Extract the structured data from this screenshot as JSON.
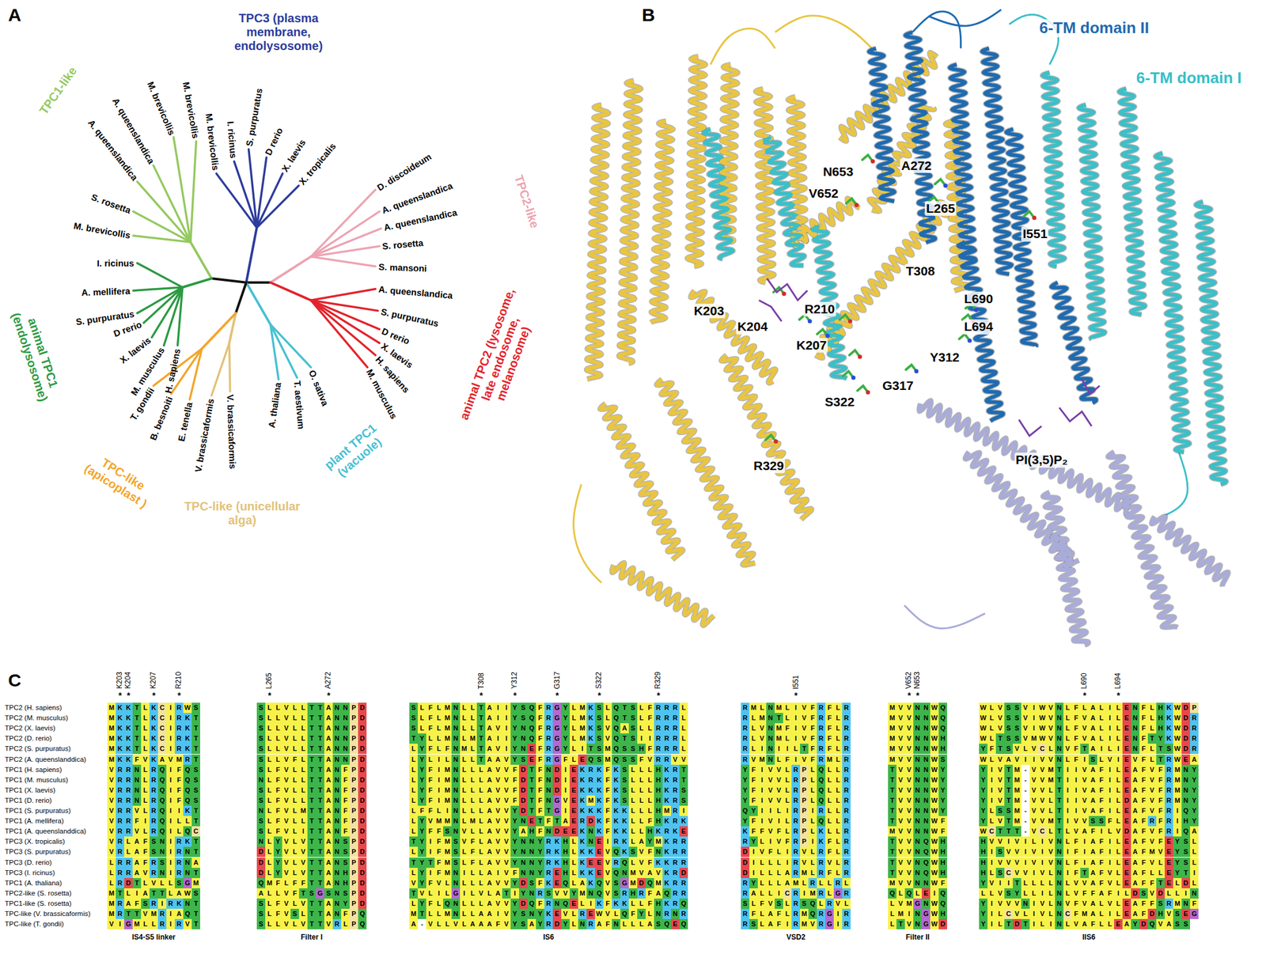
{
  "diagram": {
    "labels": [
      "A",
      "TPC1-like",
      "M. brevicollis",
      "M. brevicollis",
      "A. queenslandica",
      "A. queenslandica",
      "S. rosetta",
      "M. brevicollis",
      "TPC3 (plasma membrane, endolysosome)",
      "M. brevicollis",
      "I. ricinus",
      "S. purpuratus",
      "D rerio",
      "X. laevis",
      "X. tropicalis",
      "TPC2-like",
      "D. discoideum",
      "A. queenslandica",
      "A. queenslandica",
      "S. rosetta",
      "S. mansoni",
      "animal TPC2 (lysosome, late endosome, melanosome)",
      "A. queenslandica",
      "S. purpuratus",
      "D rerio",
      "X. laevis",
      "H. sapiens",
      "M. musculus",
      "plant TPC1 (vacuole)",
      "A. thaliana",
      "T. aestivum",
      "O. sativa",
      "TPC-like (unicellular alga)",
      "V. brassicaformis",
      "V. brassicaformis",
      "TPC-like (apicoplast )",
      "E. tenella",
      "B. besnoiti",
      "T. gondii",
      "animal TPC1 (endolysosome)",
      "I. ricinus",
      "A. mellifera",
      "S. purpuratus",
      "D rerio",
      "X. laevis",
      "M. musculus",
      "H. sapiens",
      "B",
      "6-TM domain II",
      "6-TM domain I",
      "N653",
      "A272",
      "V652",
      "L265",
      "I551",
      "T308",
      "L690",
      "L694",
      "K203",
      "K204",
      "R210",
      "K207",
      "Y312",
      "G317",
      "S322",
      "R329",
      "PI(3,5)P₂",
      "C",
      "K203",
      "*",
      "K204",
      "*",
      "K207",
      "*",
      "R210",
      "*",
      "L265",
      "*",
      "A272",
      "*",
      "T308",
      "*",
      "Y312",
      "*",
      "G317",
      "*",
      "S322",
      "*",
      "R329",
      "*",
      "I551",
      "*",
      "V652",
      "*",
      "N653",
      "*",
      "L690",
      "*",
      "L694",
      "*",
      "TPC2 (H. sapiens)",
      "MKKTLKCIRWS",
      "SLLVLLTTANNPD",
      "SLFLMNLLTAIIYSQFRGYLMKSLQTSLFRRRL",
      "RMLNMLIVFRFLR",
      "MVVNNWQ",
      "WLVSSVIWVNLFLALILENFLHKWDP",
      "TPC2 (M. musculus)",
      "MKKTLKCIRKT",
      "SLLVLLTTANNPD",
      "SLFLMNLLTAIIYSQFRGYLMKSLQTSLFRRRL",
      "RLMNTLIVFRFLR",
      "MVVNNWQ",
      "WLVSSVIWVNLFVALILENFLHKWDR",
      "TPC2 (X. laevis)",
      "MKKTLKCIRKT",
      "SLLVLLTTANNPD",
      "SLFLMNLLTAVIYNQFRGYLMKSVQASLLRRRL",
      "RLVNMFIVFRFLR",
      "MVVNNWQ",
      "WLVSSVIWVNLFVALILENFLHKWDR",
      "TPC2 (D. rerio)",
      "MKKTLKCIRKT",
      "SLLVLLTTANNPD",
      "TYLLMNLMTAIIYNQFRGYLMKSVQTSIIRRRL",
      "RLVNMLIVFRFLR",
      "MVVNNWH",
      "WLTSSVMWVNLFVALILENFTYKWDR",
      "TPC2 (S. purpuratus)",
      "MKKTLKCIRKT",
      "SLLVLLTTANNPD",
      "LYFLFNMLTAVIYNEFRGYLITSMQSSHFRRRL",
      "RLINIILTFRFLR",
      "MVVNNWH",
      "YFTSVLVCLNVFTAILIENFLTSWDR",
      "TPC2 (A. queenslanddica)",
      "MKKFVKAVMRT",
      "SLLVFLTTANNPD",
      "LYLILNLLTAAVYSEFRGFLEQSMQSSFVRRVV",
      "RVMNLFIVFRMLR",
      "MVVNNWS",
      "WLVAVIIVVNLFISLVIEVFLTRWEA",
      "TPC1 (H. sapiens)",
      "VRRNLRQIFQS",
      "SLFVLLTTANFPD",
      "LYFIMNLLLAVVFDTFNDIEKRKFKSLLLHKRT",
      "YFIVVLRPLQLLR",
      "TVVNNWY",
      "YIVTM-VVMTIIVAFILEAFVFRMNY",
      "TPC1 (M. musculus)",
      "VRRNLRQIFQS",
      "NLFVLLTTANFPD",
      "LYFIMNLLLAVVFDTFNDIEKRKFKSLLLHKRT",
      "YFIVVLRPLQLLR",
      "TVVNNWY",
      "YIVTM-VVMTIIVAFILEAFVFRMNY",
      "TPC1 (X. laevis)",
      "VRRNLRQIFQS",
      "SLFVLLTTANFPD",
      "LYFIMNLLLAVVFDTFNDIEKKKFKSLLLHKRS",
      "YFIVVLRPLQLLR",
      "TVVNNWY",
      "YIVTM-VVLTIIVAFILEAFVFRMNY",
      "TPC1 (D. rerio)",
      "VRRNLRQIFQS",
      "SLFVLLTTANFPD",
      "LYFIMNLLLAVVFDTFNGVEKMKFKSLLLHKRS",
      "YFIVVLRPLQLLR",
      "TVVNNWY",
      "YIVTM-VVLTIIVAFILDAFVFRMNY",
      "TPC1 (S. purpuratus)",
      "VRRVLRQIIKT",
      "NLFVLMTTANFPD",
      "LFFLINLLLAVVYDTFTGIEKKKFKKLLLHMRI",
      "QYIILIRPIRLLR",
      "TVVNNWY",
      "YLSSM-VVLTIIVAFILEAFVFRIQY",
      "TPC1 (A. mellifera)",
      "VRRFIRQILLT",
      "SLFVLLTTANFPD",
      "LYVMMNLMLAVVYNETFTAERDKFKKLLFHKRK",
      "YFIVILRPLQLLR",
      "TVVNNWF",
      "YLVTM-VVMTIVVSSFLEAFRFRIHY",
      "TPC1 (A. queenslanddica)",
      "VRRVLRQILQC",
      "SLFVLITTANFPD",
      "LYFFSNVLLAVVYAHFNDEEKNKFKKLLHKRKE",
      "KFFVFLRPLKLLR",
      "MVVNNWF",
      "WCTTT-VCLTLVAFILVDAFVFRIQA",
      "TPC3 (X. tropicalis)",
      "VRLAFSNIRKT",
      "NLYVLVTTANSPD",
      "TYIFMSVFLAVVYNNYRKHLKNEIRKLAYMKRR",
      "RYLIVFRPIKFLR",
      "TVVNQWH",
      "HVVIVILIVNLFIAFILEAFVFEYSL",
      "TPC3 (S. purpuratus)",
      "VRLAFSNIRNT",
      "DLYVLVTTANSPD",
      "LYIFMSLFLAVVYNNYRKHLKKEVQKSVFNKRR",
      "DIVFLIRVLRFLR",
      "TVVNQWH",
      "HISVVIVIVNIFIAFILEAFMVEYSL",
      "TPC3 (D. rerio)",
      "LRRAFRSIRNA",
      "DLYVLVTTANSPD",
      "TYTFMSLFLAVVYNNYRKHLKEEVRQLVFKKRR",
      "DILLLIRVLRVLR",
      "TVVNQWH",
      "HIVVVIVIVNLFIAFILEAFVLEYSL",
      "TPC3 (I. ricinus)",
      "LRRAVRNIRNT",
      "DLYVLVTTANHPD",
      "LYIFMNILLAIVFNNYREHLKKEVQNMVAVKRD",
      "DILLLARMLRFLR",
      "TVVNQWH",
      "HLSCVVIVLNIFTAFVLEAFLLEYTI",
      "TPC1 (A. thaliana)",
      "LRDTLVLLSGM",
      "QMFLFFTTANHPD",
      "VYFVLNLLLAVVYDSFKEQLAKQVSGMDQMKRR",
      "RYLLLAMLRLLRL",
      "MVVNNWF",
      "YVIITLLLLNLVVAFVLEAFFTELDL",
      "TPC2-like (S. rosetta)",
      "MTLIATTLAWS",
      "ALLVFTSGSNSPD",
      "TVLILGILVLATIYNRSVVYMNQVSRHRFAQRR",
      "RALLICRIMRLGR",
      "QLQLEIQ",
      "LLVSYLLILNLVFFAFILDSVDLLIN",
      "TPC1-like (S. rosetta)",
      "MRAFSRIRKNT",
      "SLFVLVTTANYPD",
      "LYFLQNLLLAVVYDQFRNQELIKFKKLLFHKRQ",
      "SLFVSLRSQLRVL",
      "LVMGNWQ",
      "YIVVVNIVLNVFVALVLEAFFSRMNF",
      "TPC-like (V. brassicaformis)",
      "MRTTVMRIAQT",
      "SLFVSLTTANFPQ",
      "MTLLMNLLAAIVYSNYKEVLREWVLQFYLNRNR",
      "RFLAFLRMQRGIR",
      "LMINGWH",
      "YILCVLIVLNCFMALILEAFDHVSEG",
      "TPC-like (T. gondii)",
      "VIGMLLRIRVT",
      "SLLVLVTTVRLPQ",
      "A-VLLVLAAAFVYSAYRDYLNRAFNLLLASQEQ",
      "RSLAFIRMVRGIR",
      "LTVNGWD",
      "YILTDTILINLVAFLLEAYDQVASS",
      "IS4-S5 linker",
      "Filter I",
      "IS6",
      "VSD2",
      "Filter II",
      "IIS6"
    ]
  }
}
